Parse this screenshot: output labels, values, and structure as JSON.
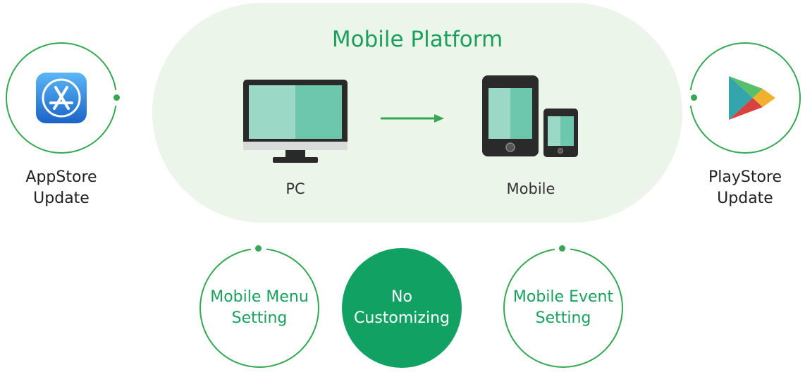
{
  "platform": {
    "title": "Mobile Platform",
    "pc_label": "PC",
    "mobile_label": "Mobile"
  },
  "stores": {
    "appstore": {
      "line1": "AppStore",
      "line2": "Update",
      "icon": "app-store-icon"
    },
    "playstore": {
      "line1": "PlayStore",
      "line2": "Update",
      "icon": "play-store-icon"
    }
  },
  "features": [
    {
      "line1": "Mobile Menu",
      "line2": "Setting"
    },
    {
      "line1": "No",
      "line2": "Customizing"
    },
    {
      "line1": "Mobile Event",
      "line2": "Setting"
    }
  ],
  "colors": {
    "accent_green": "#34a853",
    "title_green": "#1aa05c",
    "filled_green": "#11a263",
    "blob_bg": "#ecf5e9",
    "screen_teal": "#7fcfbd"
  }
}
